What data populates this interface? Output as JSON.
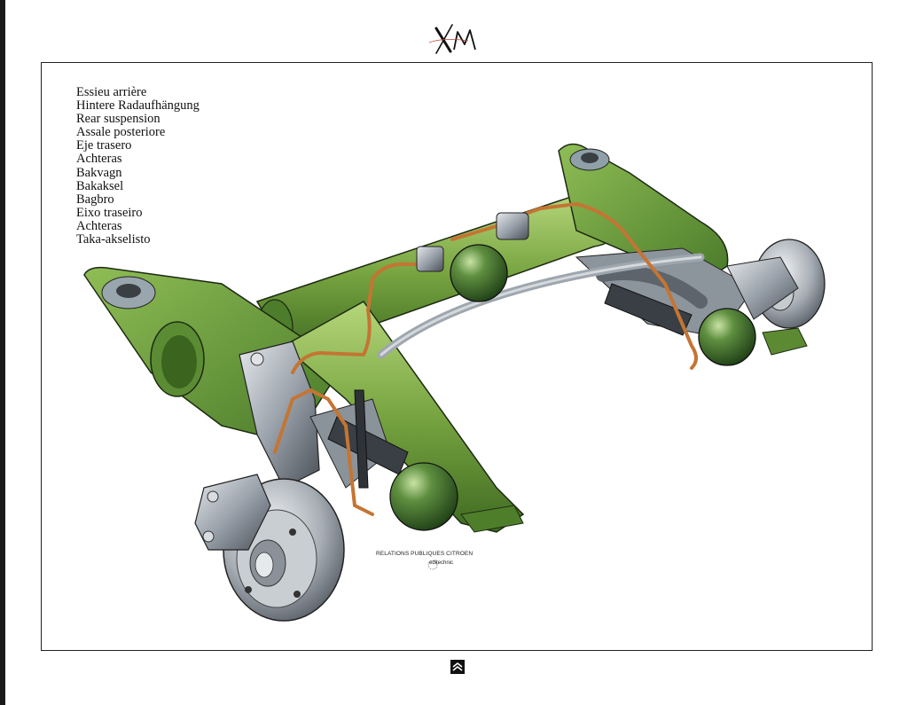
{
  "header": {
    "logo_icon": "xm-logo-icon"
  },
  "labels": [
    "Essieu arrière",
    "Hintere Radaufhängung",
    "Rear suspension",
    "Assale posteriore",
    "Eje trasero",
    "Achteras",
    "Bakvagn",
    "Bakaksel",
    "Bagbro",
    "Eixo traseiro",
    "Achteras",
    "Taka-akselisto"
  ],
  "credit": {
    "line1": "RELATIONS PUBLIQUES CITROEN",
    "line2": "editechnic"
  },
  "footer": {
    "brand_icon": "citroen-chevron-icon"
  },
  "colors": {
    "frame_green": "#6f9a3a",
    "frame_green_light": "#a9cc6e",
    "metal_grey": "#9aa2ab",
    "metal_dark": "#4a5058",
    "pipe_copper": "#c9783a",
    "sphere_green": "#3f6f2f"
  }
}
